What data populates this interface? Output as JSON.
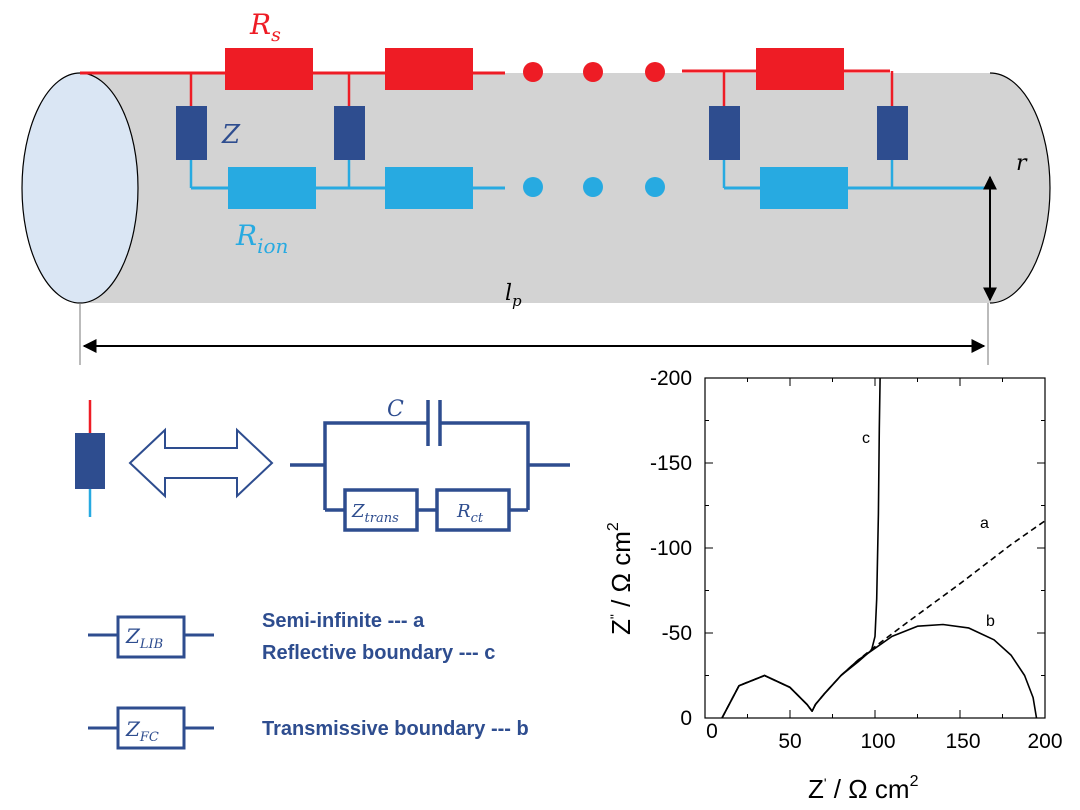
{
  "colors": {
    "series_resistance": "#ee1c25",
    "ionic_resistance": "#27aae1",
    "impedance": "#2e4d8f",
    "pore": "#d3d3d3",
    "pore_end": "#dae6f4"
  },
  "pore_model": {
    "rs_label": "R",
    "rs_sub": "s",
    "z_label": "Z",
    "rion_label": "R",
    "rion_sub": "ion",
    "radius_label": "r",
    "length_label": "l",
    "length_sub": "p"
  },
  "element_detail": {
    "capacitor_label": "C",
    "ztrans_label": "Z",
    "ztrans_sub": "trans",
    "rct_label": "R",
    "rct_sub": "ct"
  },
  "legend": {
    "zlib_label": "Z",
    "zlib_sub": "LIB",
    "zfc_label": "Z",
    "zfc_sub": "FC",
    "line1": "Semi-infinite --- a",
    "line2": "Reflective boundary --- c",
    "line3": "Transmissive boundary --- b"
  },
  "chart_data": {
    "type": "line",
    "xlabel_main": "Z",
    "xlabel_prime": "'",
    "xlabel_units": " / Ω cm",
    "xlabel_sup": "2",
    "ylabel_main": "Z",
    "ylabel_prime": "\"",
    "ylabel_units": " / Ω cm",
    "ylabel_sup": "2",
    "xlim": [
      0,
      200
    ],
    "ylim": [
      0,
      -200
    ],
    "xticks": [
      "0",
      "50",
      "100",
      "150",
      "200"
    ],
    "yticks": [
      "0",
      "-50",
      "-100",
      "-150",
      "-200"
    ],
    "series": [
      {
        "name": "a",
        "style": "dashed",
        "x": [
          10,
          20,
          35,
          50,
          60,
          63,
          65,
          70,
          80,
          90,
          100,
          120,
          150,
          180,
          200
        ],
        "y": [
          0,
          -19,
          -25,
          -18,
          -8,
          -4,
          -8,
          -14,
          -25,
          -34,
          -42,
          -57,
          -79,
          -102,
          -116
        ]
      },
      {
        "name": "b",
        "style": "solid",
        "x": [
          10,
          20,
          35,
          50,
          60,
          63,
          65,
          70,
          80,
          90,
          100,
          110,
          125,
          140,
          155,
          170,
          180,
          188,
          193,
          195
        ],
        "y": [
          0,
          -19,
          -25,
          -18,
          -8,
          -4,
          -8,
          -14,
          -25,
          -34,
          -41,
          -48,
          -54,
          -55,
          -53,
          -46,
          -37,
          -25,
          -12,
          0
        ]
      },
      {
        "name": "c",
        "style": "solid",
        "x": [
          10,
          20,
          35,
          50,
          60,
          63,
          65,
          70,
          80,
          90,
          98,
          100,
          101,
          102,
          102.5,
          103
        ],
        "y": [
          0,
          -19,
          -25,
          -18,
          -8,
          -4,
          -8,
          -14,
          -25,
          -33,
          -40,
          -48,
          -70,
          -120,
          -170,
          -200
        ]
      }
    ]
  }
}
